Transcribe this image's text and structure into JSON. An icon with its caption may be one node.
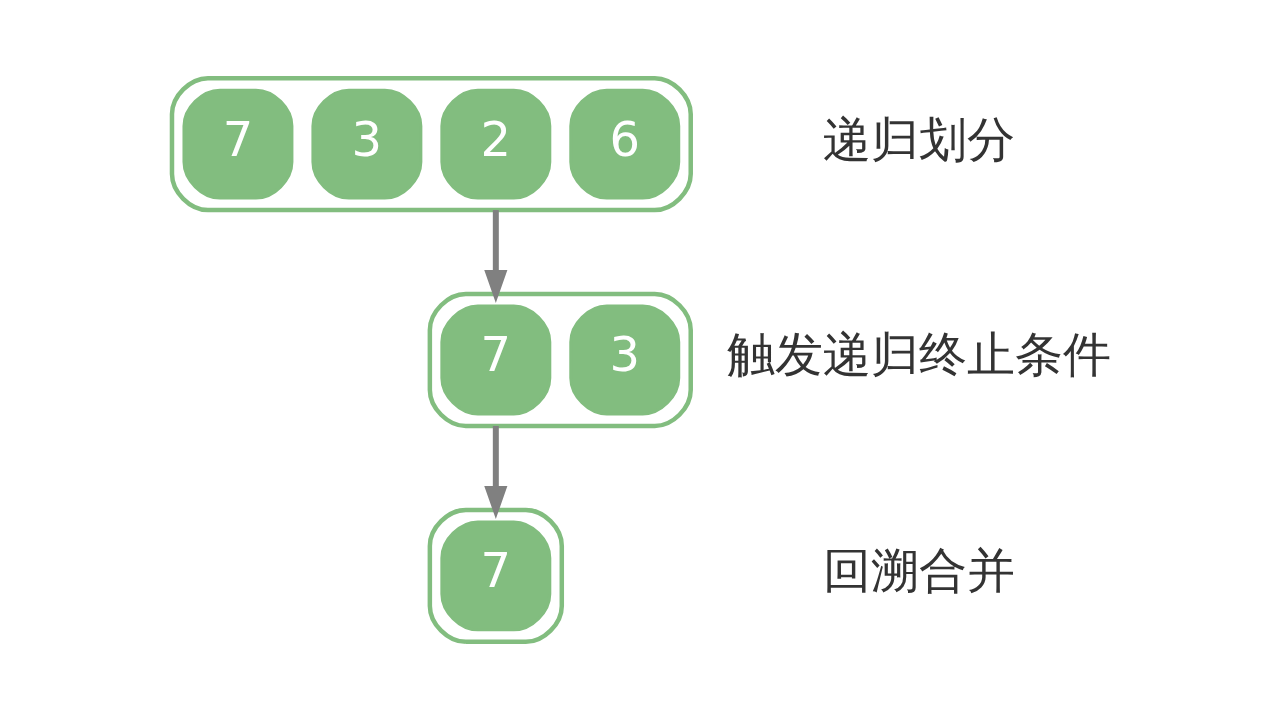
{
  "diagram": {
    "nodes": [
      {
        "text": [],
        "shape": "box"
      },
      {
        "text": [
          "7"
        ],
        "in": 0
      },
      {
        "text": [
          "3"
        ],
        "in": 0
      },
      {
        "text": [
          "2"
        ],
        "in": 0
      },
      {
        "text": [
          "6"
        ],
        "in": 0
      },
      {
        "text": [],
        "shape": "box"
      },
      {
        "text": [
          "7"
        ],
        "in": 5
      },
      {
        "text": [
          "3"
        ],
        "in": 5
      },
      {
        "text": [],
        "shape": "box"
      },
      {
        "text": [
          "7"
        ],
        "in": 8
      }
    ],
    "edges": [
      {
        "from": 0,
        "to": 5,
        "arrow": "to"
      },
      {
        "from": 5,
        "to": 8,
        "arrow": "to"
      }
    ],
    "labels": [
      "递归划分",
      "触发递归终止条件",
      "回溯合并"
    ]
  }
}
